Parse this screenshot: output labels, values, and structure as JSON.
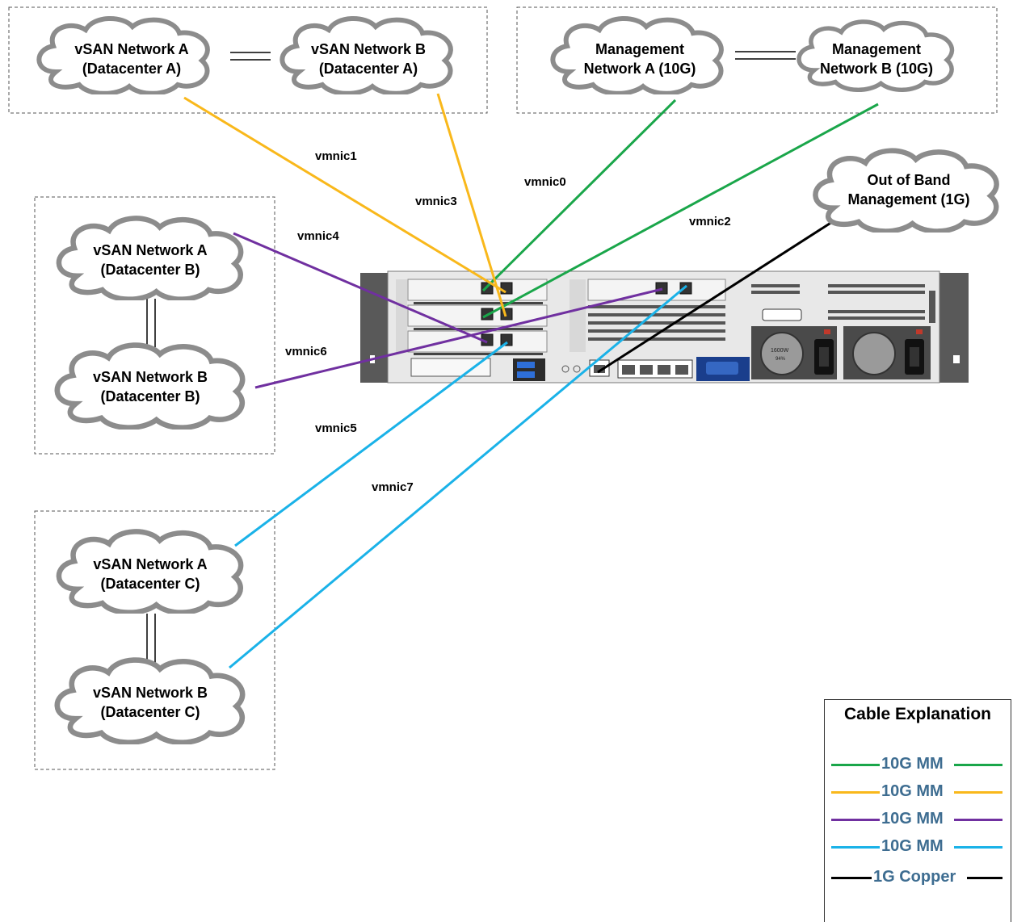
{
  "colors": {
    "green": "#1aa64a",
    "yellow": "#f9b81b",
    "purple": "#7030a0",
    "cyan": "#1ab2e8",
    "black": "#000000",
    "legend_text": "#3e6d91"
  },
  "clouds": {
    "vsan_a_dc_a": [
      "vSAN Network A",
      "(Datacenter A)"
    ],
    "vsan_b_dc_a": [
      "vSAN Network B",
      "(Datacenter A)"
    ],
    "mgmt_a": [
      "Management",
      "Network A (10G)"
    ],
    "mgmt_b": [
      "Management",
      "Network B (10G)"
    ],
    "oob": [
      "Out of Band",
      "Management (1G)"
    ],
    "vsan_a_dc_b": [
      "vSAN Network A",
      "(Datacenter B)"
    ],
    "vsan_b_dc_b": [
      "vSAN Network B",
      "(Datacenter B)"
    ],
    "vsan_a_dc_c": [
      "vSAN Network A",
      "(Datacenter C)"
    ],
    "vsan_b_dc_c": [
      "vSAN Network B",
      "(Datacenter C)"
    ]
  },
  "vmnics": {
    "vmnic0": "vmnic0",
    "vmnic1": "vmnic1",
    "vmnic2": "vmnic2",
    "vmnic3": "vmnic3",
    "vmnic4": "vmnic4",
    "vmnic5": "vmnic5",
    "vmnic6": "vmnic6",
    "vmnic7": "vmnic7"
  },
  "server": {
    "psu_label": "1600W",
    "psu_efficiency": "94%"
  },
  "legend": {
    "title": "Cable Explanation",
    "items": [
      {
        "label": "10G MM",
        "color": "green"
      },
      {
        "label": "10G MM",
        "color": "yellow"
      },
      {
        "label": "10G MM",
        "color": "purple"
      },
      {
        "label": "10G MM",
        "color": "cyan"
      },
      {
        "label": "1G Copper",
        "color": "black"
      }
    ]
  }
}
